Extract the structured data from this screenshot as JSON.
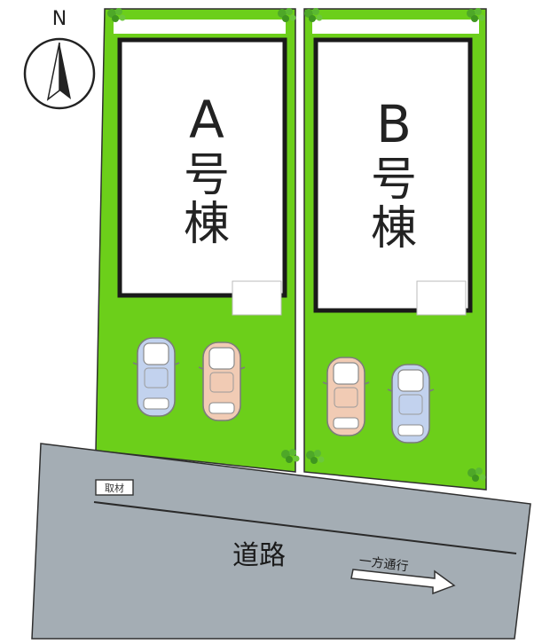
{
  "compass": {
    "label": "N",
    "icon": "north-arrow-icon"
  },
  "lots": [
    {
      "id": "A",
      "line1": "A",
      "line2": "号",
      "line3": "棟"
    },
    {
      "id": "B",
      "line1": "B",
      "line2": "号",
      "line3": "棟"
    }
  ],
  "road": {
    "name": "道路",
    "direction_label": "一方通行",
    "marker_label": "取材"
  },
  "colors": {
    "lawn": "#6ccf1a",
    "road": "#a4adb4",
    "house_outline": "#1a1a1a",
    "car_blue": "#c2d2ee",
    "car_peach": "#f1cbb4",
    "tree": "#4ea828"
  }
}
